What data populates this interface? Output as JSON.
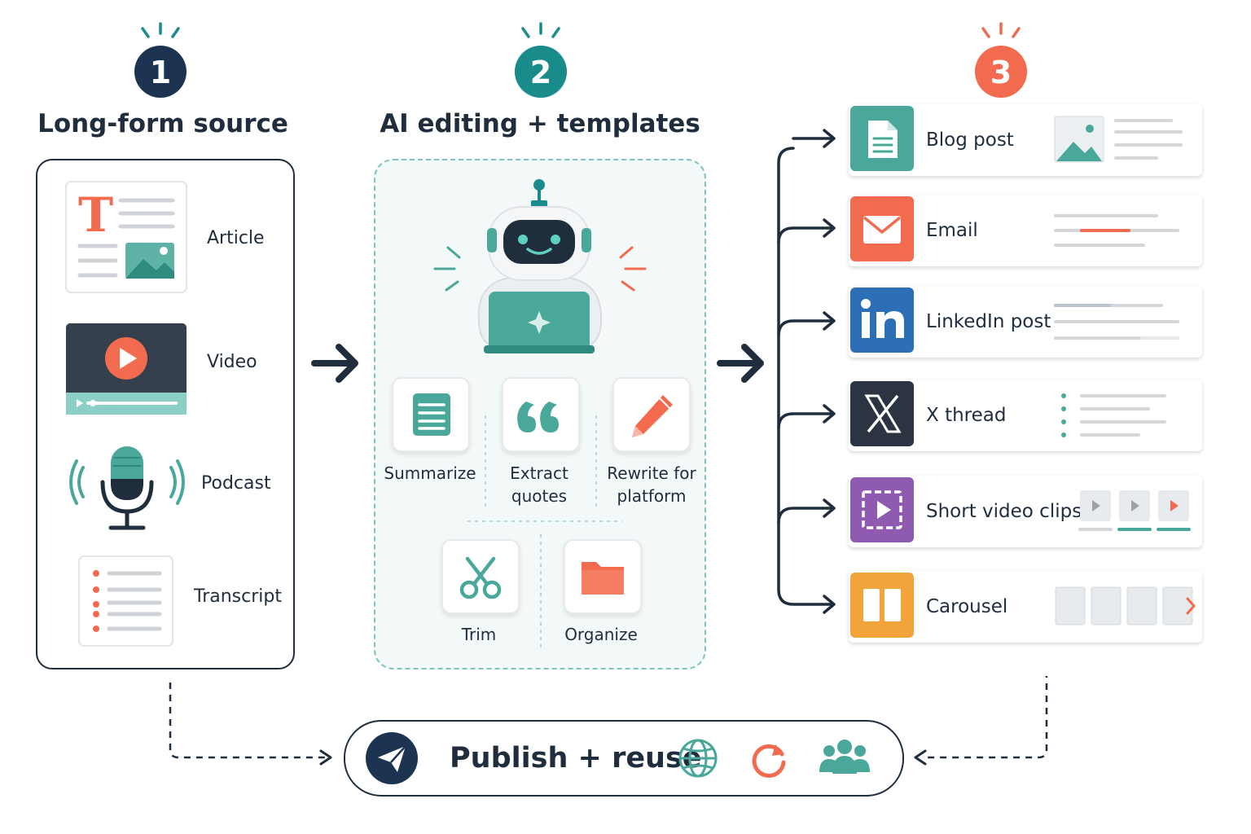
{
  "steps": [
    {
      "number": "1",
      "title": "Long-form source",
      "color": "#1c3452"
    },
    {
      "number": "2",
      "title": "AI editing + templates",
      "color": "#1a8b8b"
    },
    {
      "number": "3",
      "title": "",
      "color": "#f26b4f"
    }
  ],
  "sources": [
    "Article",
    "Video",
    "Podcast",
    "Transcript"
  ],
  "tools": {
    "summarize": "Summarize",
    "extract": [
      "Extract",
      "quotes"
    ],
    "rewrite": [
      "Rewrite for",
      "platform"
    ],
    "trim": "Trim",
    "organize": "Organize"
  },
  "outputs": [
    {
      "label": "Blog post",
      "icon": "document-icon",
      "color": "#4aa89a"
    },
    {
      "label": "Email",
      "icon": "envelope-icon",
      "color": "#f26b4f"
    },
    {
      "label": "LinkedIn post",
      "icon": "linkedin-icon",
      "color": "#2d6fb7"
    },
    {
      "label": "X thread",
      "icon": "x-logo-icon",
      "color": "#2b3440"
    },
    {
      "label": "Short video clips",
      "icon": "video-clip-icon",
      "color": "#8e5bb0"
    },
    {
      "label": "Carousel",
      "icon": "carousel-icon",
      "color": "#f2a33a"
    }
  ],
  "publish": {
    "label": "Publish + reuse"
  },
  "colors": {
    "navy": "#1f2d3d",
    "teal": "#4aa89a",
    "coral": "#f26b4f",
    "dashed": "#7cc4bd"
  }
}
